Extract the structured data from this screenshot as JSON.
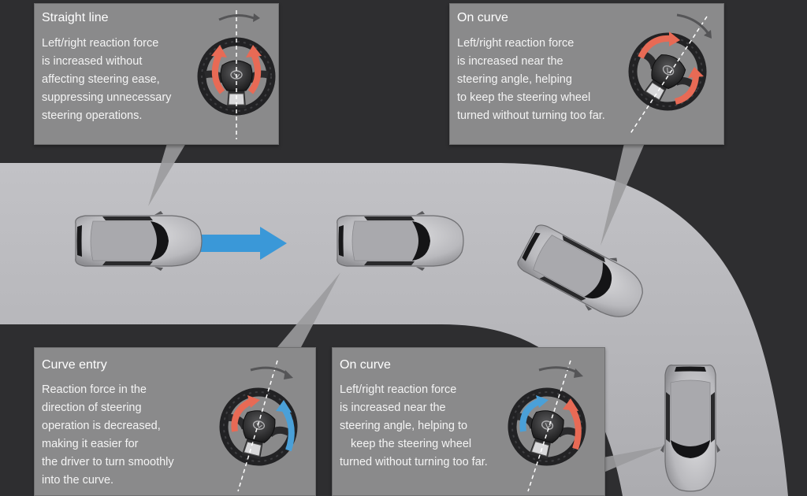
{
  "panels": {
    "straight": {
      "title": "Straight line",
      "lines": [
        "Left/right reaction force",
        "is increased without",
        "affecting steering ease,",
        "suppressing unnecessary",
        "steering operations."
      ]
    },
    "curve_top": {
      "title": "On curve",
      "lines": [
        "Left/right reaction force",
        "is increased near the",
        "steering angle, helping",
        "to keep the steering wheel",
        "turned without turning too far."
      ]
    },
    "entry": {
      "title": "Curve entry",
      "lines": [
        "Reaction force in the",
        "direction of steering",
        "operation is decreased,",
        "making it easier for",
        "the driver to turn smoothly",
        "into the curve."
      ]
    },
    "curve_bottom": {
      "title": "On curve",
      "lines": [
        "Left/right reaction force",
        "is increased near the",
        "steering angle, helping to",
        "keep the steering wheel",
        "turned without turning too far."
      ]
    }
  },
  "colors": {
    "background": "#2e2e30",
    "road": "#b8b8bc",
    "panel": "#8a8a8b",
    "force_increase": "#e86a55",
    "force_decrease": "#4aa0d8",
    "direction_arrow": "#3a98d8",
    "car_body": "#c9c9cc",
    "car_glass": "#141416"
  }
}
